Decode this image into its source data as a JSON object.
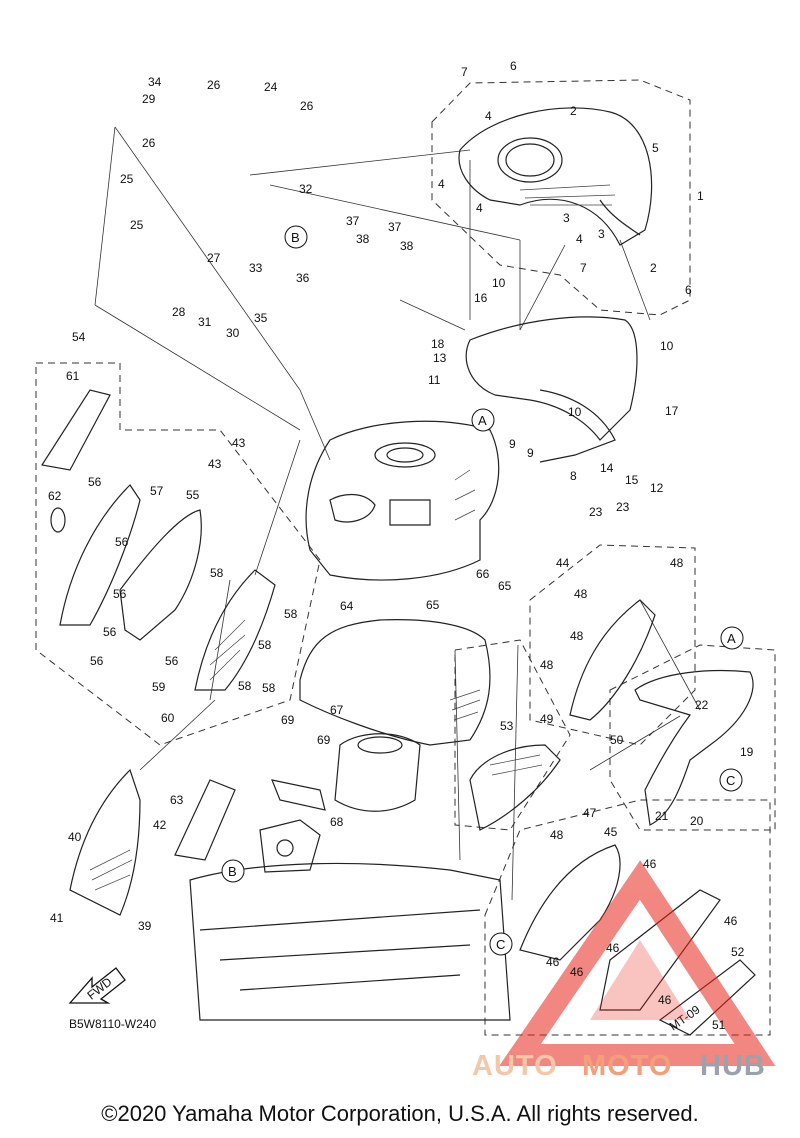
{
  "diagram": {
    "code": "B5W8110-W240",
    "fwd_label": "FWD",
    "callouts": [
      "A",
      "B",
      "C"
    ],
    "part_numbers": [
      "1",
      "2",
      "3",
      "4",
      "5",
      "6",
      "7",
      "8",
      "9",
      "10",
      "11",
      "12",
      "13",
      "14",
      "15",
      "16",
      "17",
      "18",
      "19",
      "20",
      "21",
      "22",
      "23",
      "24",
      "25",
      "26",
      "27",
      "28",
      "29",
      "30",
      "31",
      "32",
      "33",
      "34",
      "35",
      "36",
      "37",
      "38",
      "39",
      "40",
      "41",
      "42",
      "43",
      "44",
      "45",
      "46",
      "47",
      "48",
      "49",
      "50",
      "51",
      "52",
      "53",
      "54",
      "55",
      "56",
      "57",
      "58",
      "59",
      "60",
      "61",
      "62",
      "63",
      "64",
      "65",
      "66",
      "67",
      "68",
      "69"
    ],
    "decal_text": "MT-09"
  },
  "watermark": {
    "part1": "AUTO",
    "part2": "MOTO",
    "part3": "HUB",
    "triangle_color": "#e8261c"
  },
  "footer": {
    "copyright": "©2020 Yamaha Motor Corporation, U.S.A. All rights reserved."
  }
}
